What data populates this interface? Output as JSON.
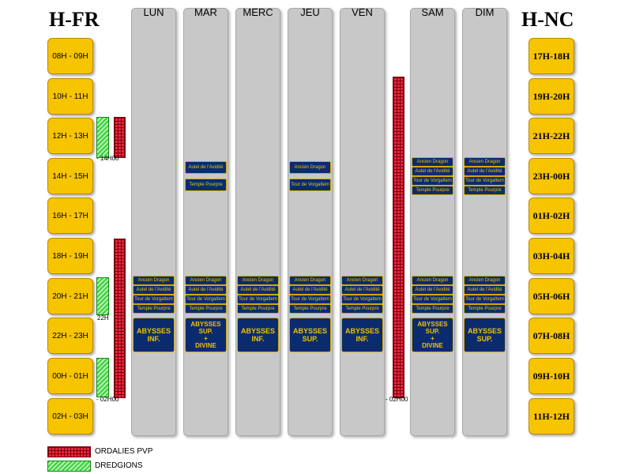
{
  "headers": {
    "left": "H-FR",
    "right": "H-NC"
  },
  "hfr_slots": [
    "08H - 09H",
    "10H - 11H",
    "12H - 13H",
    "14H - 15H",
    "16H - 17H",
    "18H - 19H",
    "20H - 21H",
    "22H - 23H",
    "00H - 01H",
    "02H - 03H"
  ],
  "hnc_slots": [
    "17H-18H",
    "19H-20H",
    "21H-22H",
    "23H-00H",
    "01H-02H",
    "03H-04H",
    "05H-06H",
    "07H-08H",
    "09H-10H",
    "11H-12H"
  ],
  "days": [
    "LUN",
    "MAR",
    "MERC",
    "JEU",
    "VEN",
    "SAM",
    "DIM"
  ],
  "instances": {
    "ancien_dragon": "Ancien Dragon",
    "autel": "Autel de l'Avidité",
    "tour": "Tour de Vorgaltem",
    "temple": "Temple Pourpre"
  },
  "abysses": {
    "lun": [
      "ABYSSES",
      "INF."
    ],
    "mar": [
      "ABYSSES",
      "SUP.",
      "+",
      "DIVINE"
    ],
    "merc": [
      "ABYSSES",
      "INF."
    ],
    "jeu": [
      "ABYSSES",
      "SUP."
    ],
    "ven": [
      "ABYSSES",
      "INF."
    ],
    "sam": [
      "ABYSSES",
      "SUP.",
      "+",
      "DIVINE"
    ],
    "dim": [
      "ABYSSES",
      "SUP."
    ]
  },
  "markers": {
    "m14h00": "- 14H00",
    "m22h": "22H",
    "m02h00_left": "- 02H00",
    "m02h00_mid": "- 02H00 -"
  },
  "legend": {
    "ordalies": "ORDALIES PVP",
    "dredgions": "DREDGIONS"
  },
  "colors": {
    "slot_yellow": "#f7c400",
    "pill_navy": "#0a2c6e",
    "pill_text": "#f2c200",
    "pvp_red": "#e8283c",
    "dredgion_green": "#3ad23a"
  }
}
